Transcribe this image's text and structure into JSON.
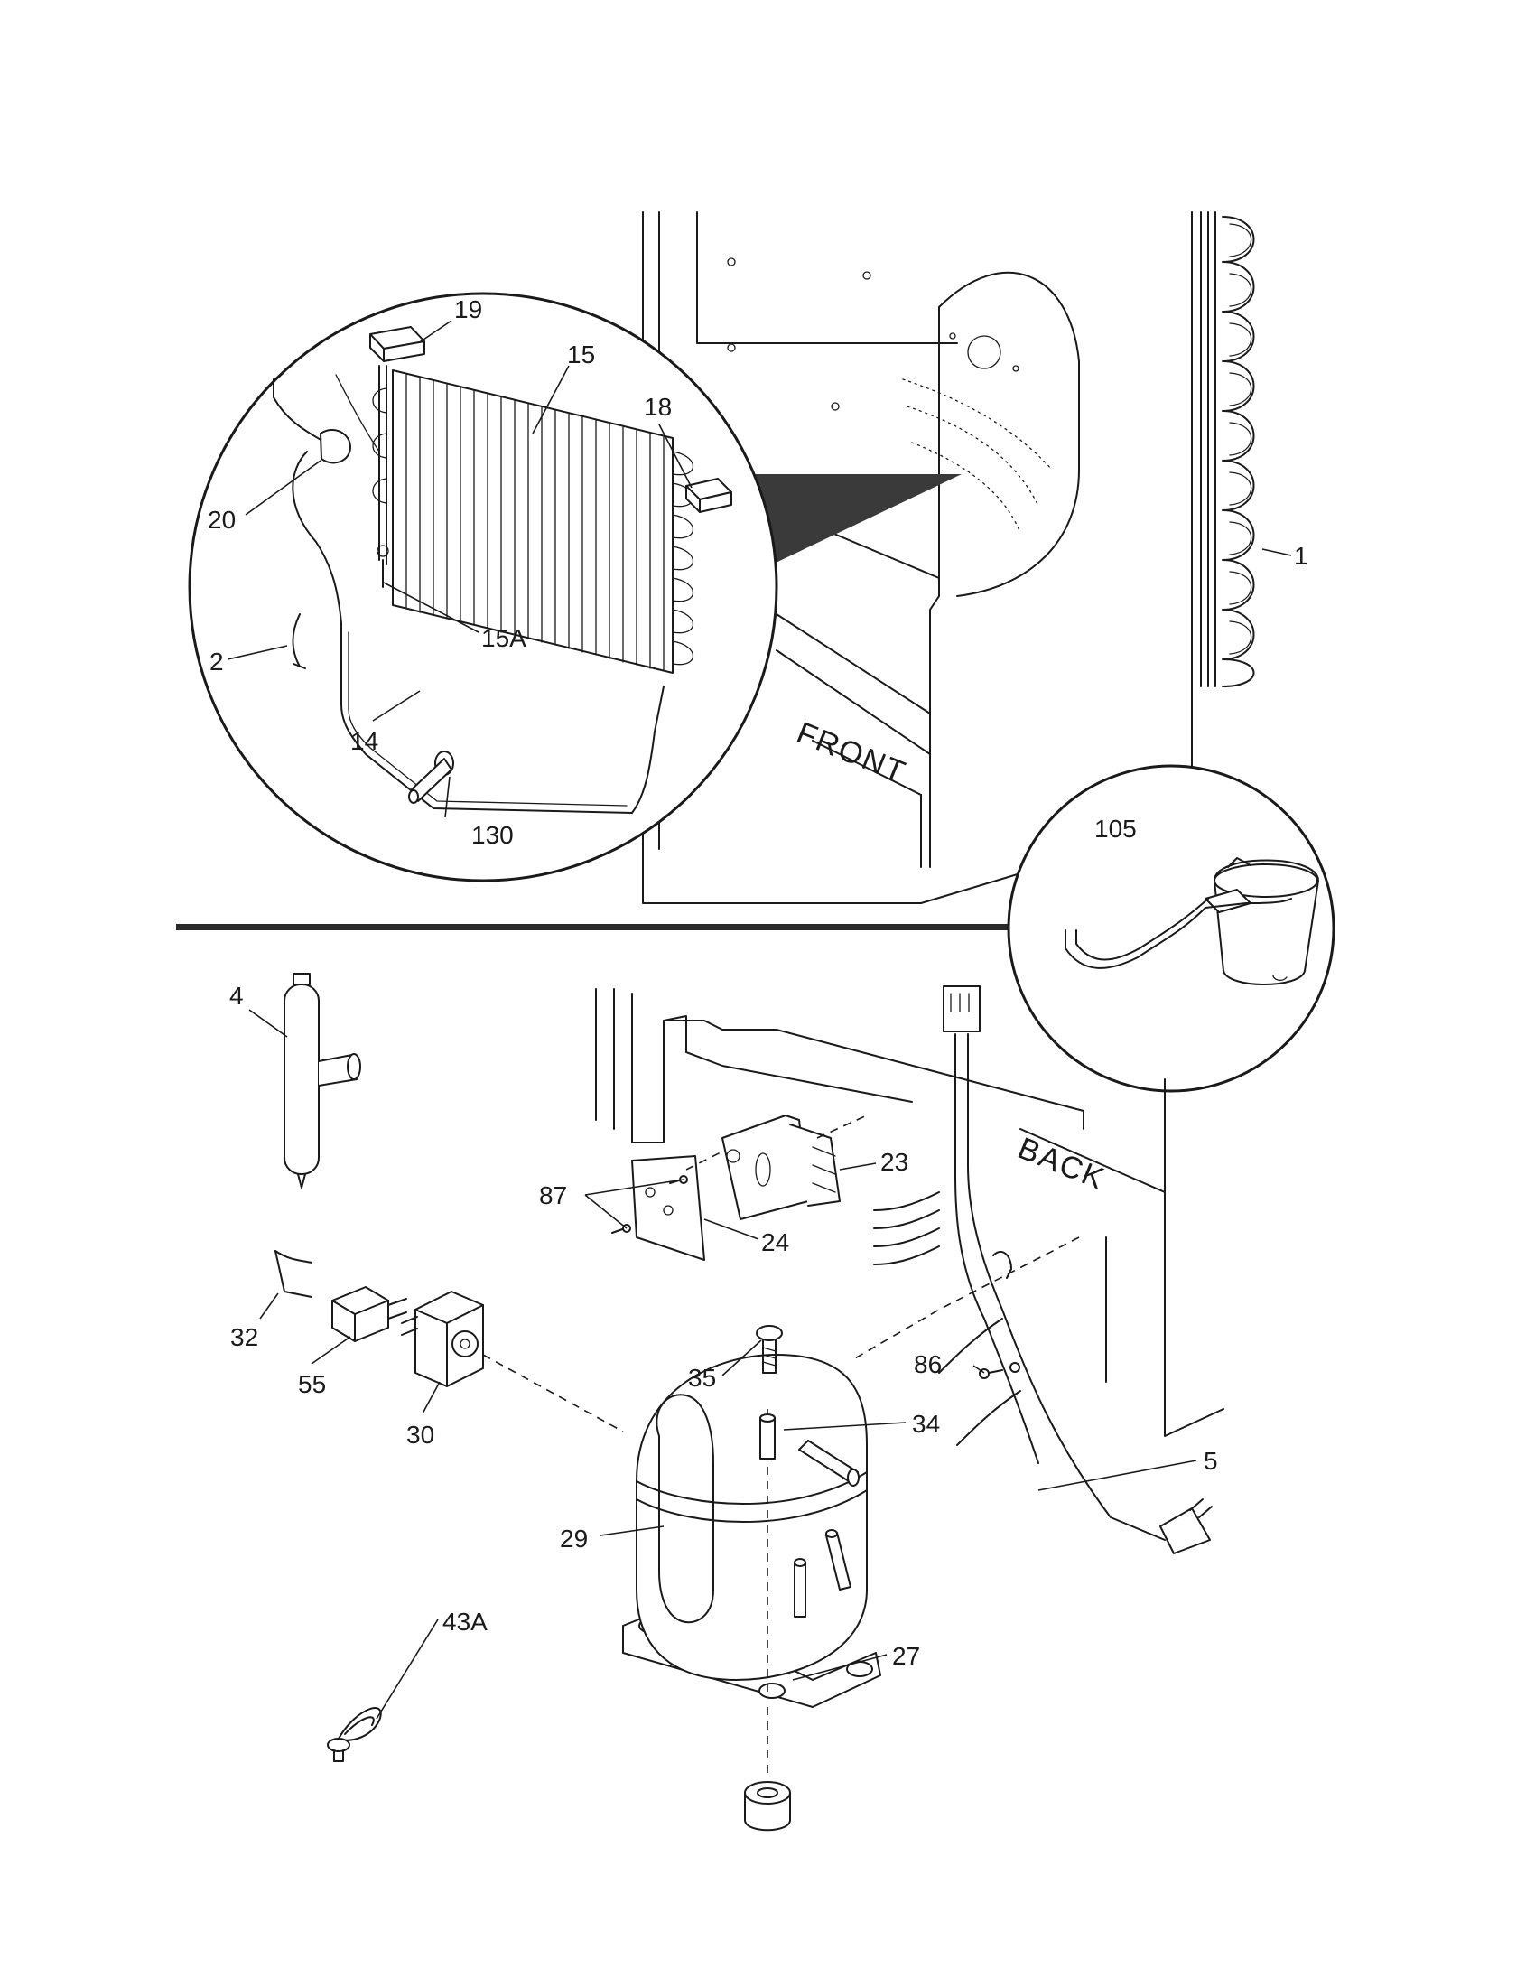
{
  "callouts": {
    "c1": "1",
    "c2": "2",
    "c4": "4",
    "c5": "5",
    "c14": "14",
    "c15": "15",
    "c15a": "15A",
    "c18": "18",
    "c19": "19",
    "c20": "20",
    "c23": "23",
    "c24": "24",
    "c27": "27",
    "c29": "29",
    "c30": "30",
    "c32": "32",
    "c34": "34",
    "c35": "35",
    "c43a": "43A",
    "c55": "55",
    "c86": "86",
    "c87": "87",
    "c105": "105",
    "c130": "130"
  },
  "stamps": {
    "front": "FRONT",
    "back": "BACK"
  }
}
